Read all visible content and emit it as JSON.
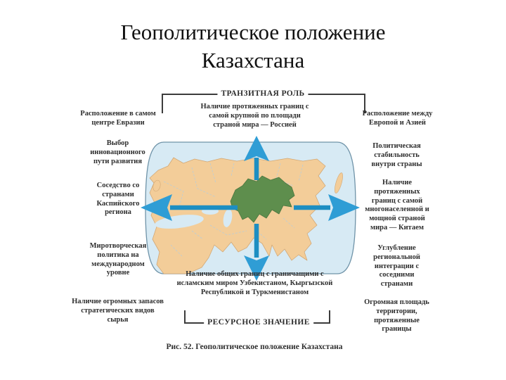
{
  "title": {
    "line1": "Геополитическое положение",
    "line2": "Казахстана"
  },
  "diagram": {
    "top_bracket_label": "ТРАНЗИТНАЯ РОЛЬ",
    "bottom_bracket_label": "РЕСУРСНОЕ ЗНАЧЕНИЕ",
    "top_note": "Наличие протяженных границ с самой крупной по площади страной мира — Россией",
    "bottom_note": "Наличие общих границ с граничащими с исламским миром Узбекистаном, Кыргызской Республикой и Туркменистаном",
    "left_items": [
      "Расположение в самом центре Евразии",
      "Выбор инновационного пути развития",
      "Соседство со странами Каспийского региона",
      "Миротворческая политика на международном уровне",
      "Наличие огромных запасов стратегических видов сырья"
    ],
    "right_items": [
      "Расположение между Европой и Азией",
      "Политическая стабильность внутри страны",
      "Наличие протяженных границ с самой многонаселенной и мощной страной мира — Китаем",
      "Углубление региональной интеграции с соседними странами",
      "Огромная площадь территории, протяженные границы"
    ],
    "caption": "Рис. 52. Геополитическое положение Казахстана",
    "map": {
      "colors": {
        "ocean": "#d7eaf4",
        "land": "#f3cd99",
        "kazakhstan": "#5e8e4d",
        "arrow_line": "#1d8ec2",
        "arrow_head": "#2f9dd5"
      }
    }
  }
}
